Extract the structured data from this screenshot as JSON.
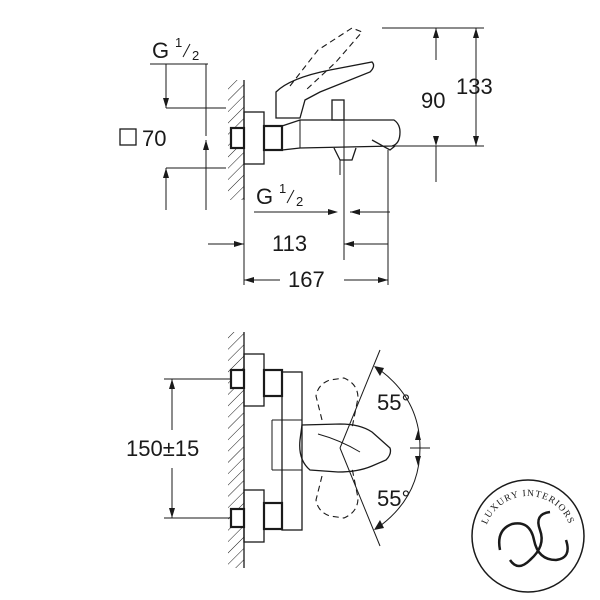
{
  "side_view": {
    "thread_top": {
      "base": "G",
      "sup": "1",
      "sub": "2"
    },
    "thread_bottom": {
      "base": "G",
      "sup": "1",
      "sub": "2"
    },
    "square_size": "70",
    "dim_height_outlet": "90",
    "dim_height_total": "133",
    "dim_depth_outlet": "113",
    "dim_depth_total": "167"
  },
  "front_view": {
    "dim_centers": "150±15",
    "angle_top": "55°",
    "angle_bottom": "55°"
  },
  "logo": {
    "text": "LUXURY INTERIORS"
  }
}
